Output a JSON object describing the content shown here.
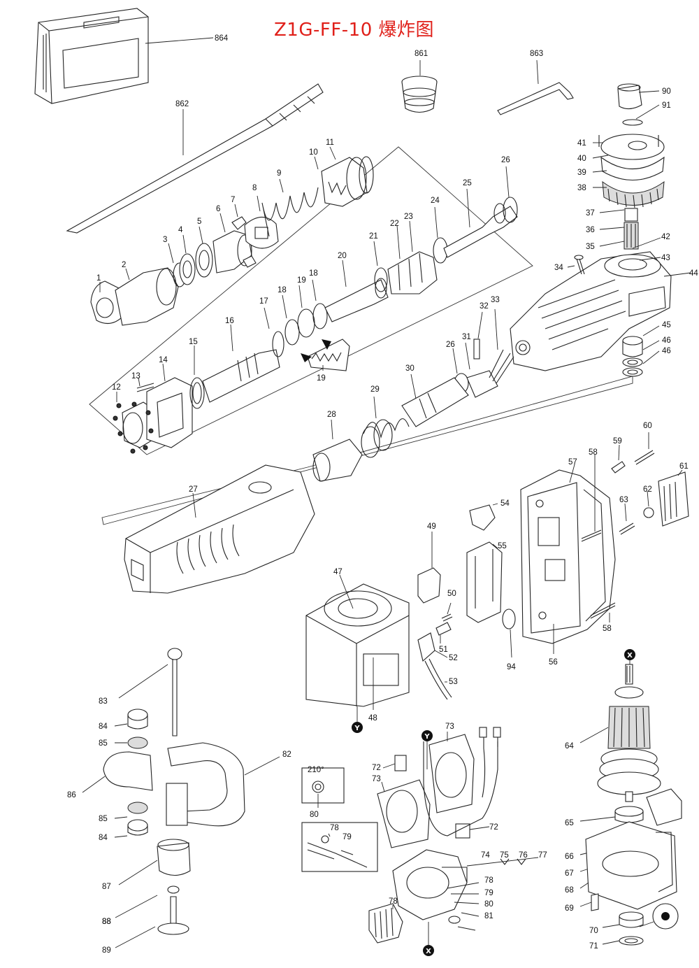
{
  "title": "Z1G-FF-10 爆炸图",
  "markers": {
    "x": "X",
    "y": "Y"
  },
  "inset_angle": "210°",
  "parts": [
    "864",
    "861",
    "863",
    "862",
    "90",
    "91",
    "41",
    "40",
    "39",
    "38",
    "37",
    "36",
    "35",
    "42",
    "43",
    "34",
    "44",
    "11",
    "10",
    "9",
    "8",
    "7",
    "6",
    "5",
    "4",
    "3",
    "2",
    "1",
    "26",
    "25",
    "24",
    "23",
    "22",
    "21",
    "20",
    "18",
    "19",
    "17",
    "16",
    "15",
    "14",
    "13",
    "12",
    "45",
    "46",
    "33",
    "32",
    "31",
    "30",
    "29",
    "28",
    "27",
    "57",
    "58",
    "59",
    "60",
    "61",
    "62",
    "63",
    "54",
    "55",
    "49",
    "47",
    "50",
    "51",
    "52",
    "53",
    "48",
    "94",
    "56",
    "64",
    "65",
    "66",
    "67",
    "68",
    "69",
    "70",
    "71",
    "83",
    "84",
    "85",
    "86",
    "82",
    "87",
    "88",
    "89",
    "73",
    "72",
    "80",
    "78",
    "79",
    "74",
    "75",
    "76",
    "77",
    "81"
  ]
}
